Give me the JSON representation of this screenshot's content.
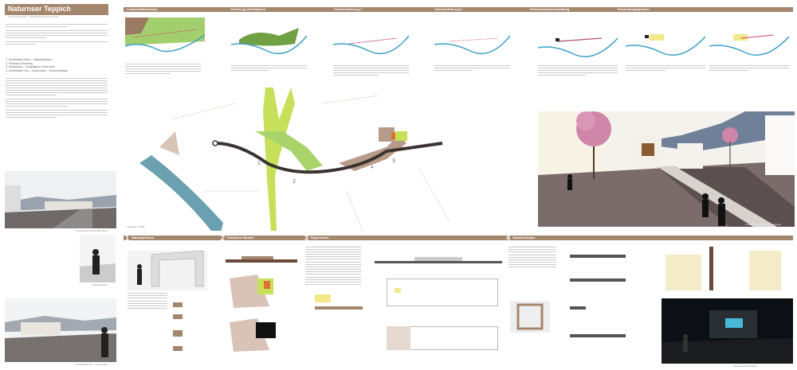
{
  "title": "Naturnser Teppich",
  "subtitle": "Naturnser Eingriff – Gestaltungsplan Dorfstraße",
  "intro_list": [
    "1. Dorfeinfahrt West – Naturparkhaus",
    "2. Parkhaus Riedberg",
    "3. Hauptplatz – Vorgelagerte Feuerwehr",
    "4. Dorfeinfahrt Ost – Supermarkt – Gemeindeplatz"
  ],
  "top_sections": [
    "Landschaftsstruktur",
    "Verteilung Grünflächen",
    "Verkehrsführung 1",
    "Verkehrsführung 2",
    "Parkraumbewirtschaftung",
    "Entwicklungsphasen"
  ],
  "bottom_sections": [
    {
      "n": "1",
      "label": "Naturparkhaus"
    },
    {
      "n": "2",
      "label": "Parkhaus Händler"
    },
    {
      "n": "3",
      "label": "Supermarkt"
    },
    {
      "n": "4",
      "label": "Stadt/Dorfplatz"
    }
  ],
  "map": {
    "zones": [
      "1",
      "2",
      "3",
      "4"
    ],
    "scale": "Lageplan 1:2000"
  },
  "captions": {
    "render_main": "Perspektive der Begegnungszone",
    "left_render1": "Perspektive Dorfeinfahrt West",
    "left_render2": "Naturparkhaus",
    "left_render3": "Dorfeinfahrt Ost – Supermarkt",
    "night": "Nachtansicht Dorfplatz"
  },
  "colors": {
    "header": "#a4866d",
    "green": "#9fcf3c",
    "river": "#3aa0c8",
    "road": "#3a3330"
  }
}
